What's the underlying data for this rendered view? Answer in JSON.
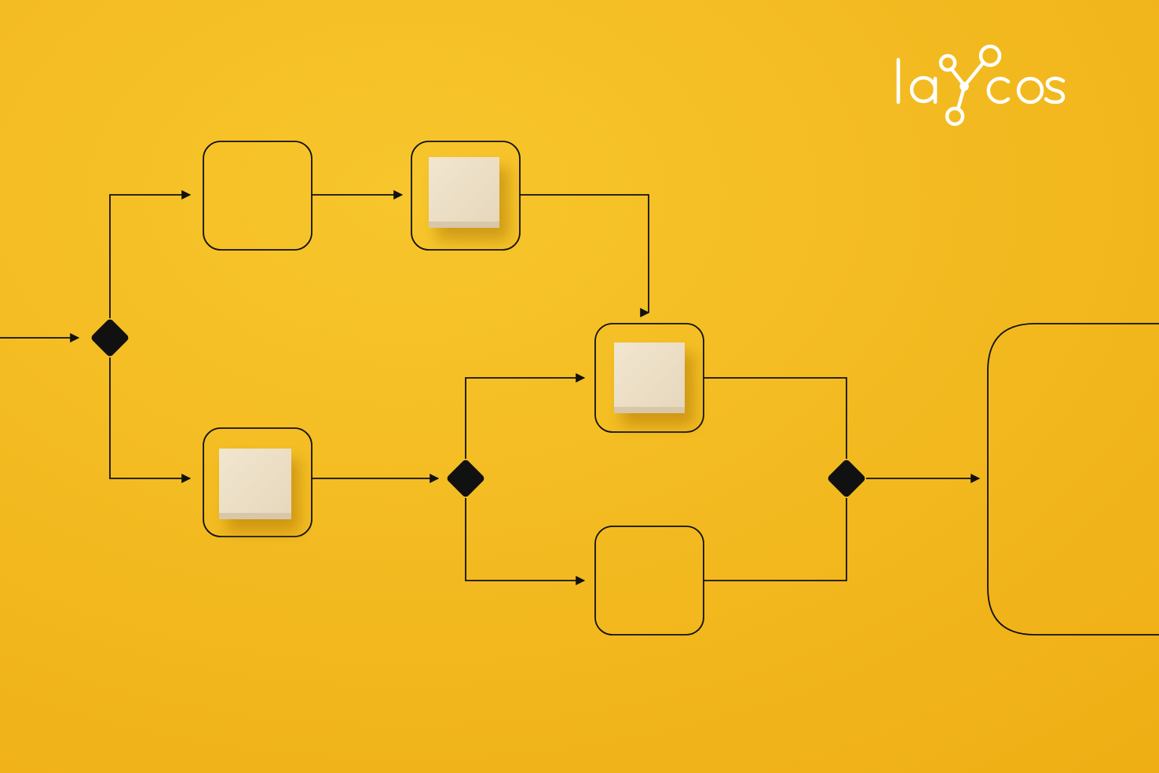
{
  "brand": {
    "wordmark": "laycos",
    "logo_icon": "molecule-y-icon",
    "logo_color": "#ffffff"
  },
  "colors": {
    "background_light": "#f6c42a",
    "background_dark": "#eeae14",
    "line": "#111111",
    "block_face": "#efe3cc",
    "block_side": "#d9c9ad"
  },
  "diagram": {
    "nodes": [
      {
        "id": "box-top-1",
        "kind": "process",
        "filled": false
      },
      {
        "id": "box-top-2",
        "kind": "process",
        "filled": true
      },
      {
        "id": "box-mid-1",
        "kind": "process",
        "filled": true
      },
      {
        "id": "box-bottom-1",
        "kind": "process",
        "filled": true
      },
      {
        "id": "box-bottom-2",
        "kind": "process",
        "filled": false
      },
      {
        "id": "box-end",
        "kind": "process",
        "filled": false
      },
      {
        "id": "gateway-1",
        "kind": "decision"
      },
      {
        "id": "gateway-2",
        "kind": "decision"
      },
      {
        "id": "gateway-3",
        "kind": "decision"
      }
    ]
  }
}
